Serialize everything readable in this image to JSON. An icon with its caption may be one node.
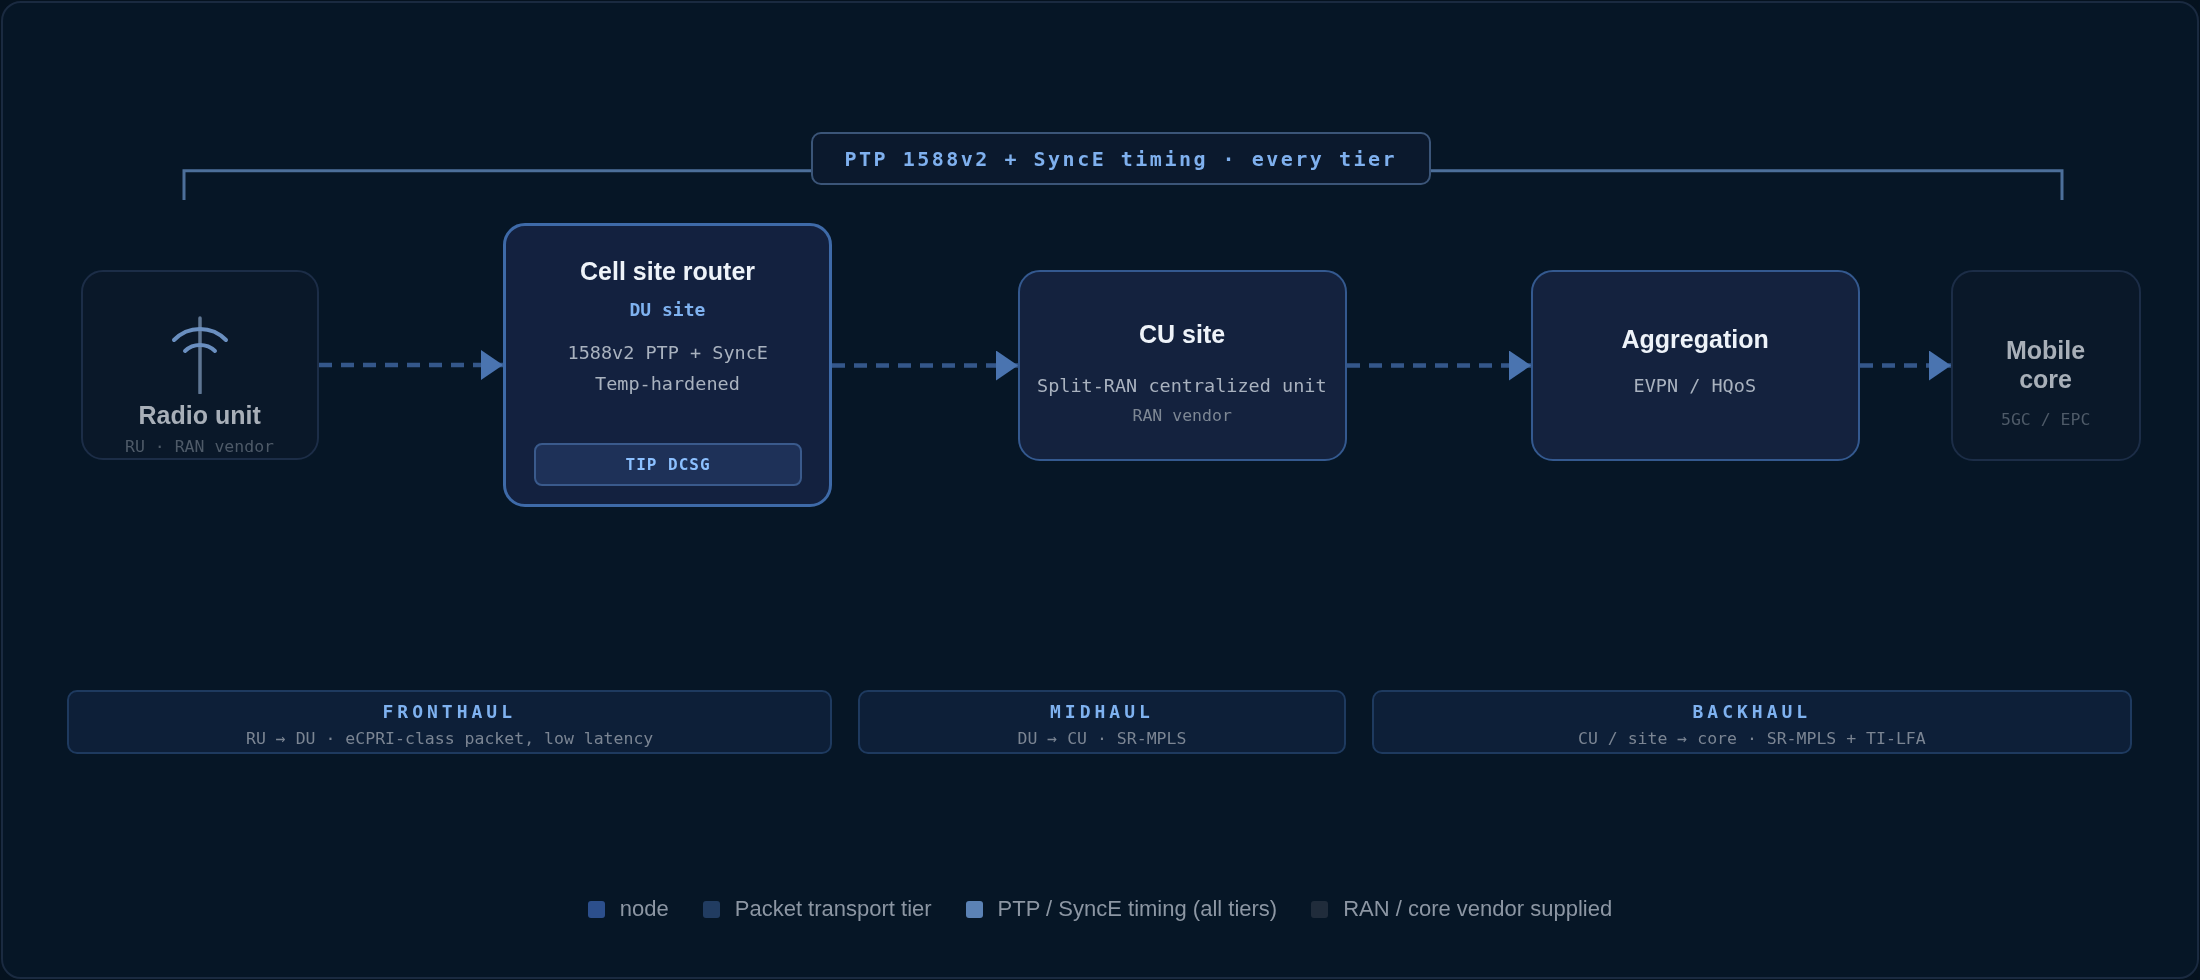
{
  "diagram": {
    "nodes": [
      {
        "text": [
          "PTP 1588v2 + SyncE timing · every tier"
        ]
      },
      {
        "text": [
          "Radio unit",
          "RU · RAN vendor"
        ]
      },
      {
        "text": [
          "Cell site router",
          "DU site",
          "1588v2 PTP + SyncE",
          "Temp-hardened"
        ]
      },
      {
        "text": [
          "TIP DCSG"
        ],
        "in": 2
      },
      {
        "text": [
          "CU site",
          "Split-RAN centralized unit",
          "RAN vendor"
        ]
      },
      {
        "text": [
          "Aggregation",
          "EVPN / HQoS"
        ]
      },
      {
        "text": [
          "Mobile core",
          "5GC / EPC"
        ]
      },
      {
        "text": [
          "FRONTHAUL",
          "RU → DU · eCPRI-class packet, low latency"
        ]
      },
      {
        "text": [
          "MIDHAUL",
          "DU → CU · SR-MPLS"
        ]
      },
      {
        "text": [
          "BACKHAUL",
          "CU / site → core · SR-MPLS + TI-LFA"
        ]
      }
    ],
    "edges": [
      {
        "from": 1,
        "to": 2,
        "arrow": "to",
        "style": "dashed"
      },
      {
        "from": 2,
        "to": 4,
        "arrow": "to",
        "style": "dashed"
      },
      {
        "from": 4,
        "to": 5,
        "arrow": "to",
        "style": "dashed"
      },
      {
        "from": 5,
        "to": 6,
        "arrow": "to",
        "style": "dashed"
      }
    ],
    "legend": [
      {
        "text": "node",
        "color": "#2c4f8c"
      },
      {
        "text": "Packet transport tier",
        "color": "#213c61"
      },
      {
        "text": "PTP / SyncE timing (all tiers)",
        "color": "#5b82b5"
      },
      {
        "text": "RAN / core vendor supplied",
        "color": "#202c3b"
      }
    ]
  }
}
